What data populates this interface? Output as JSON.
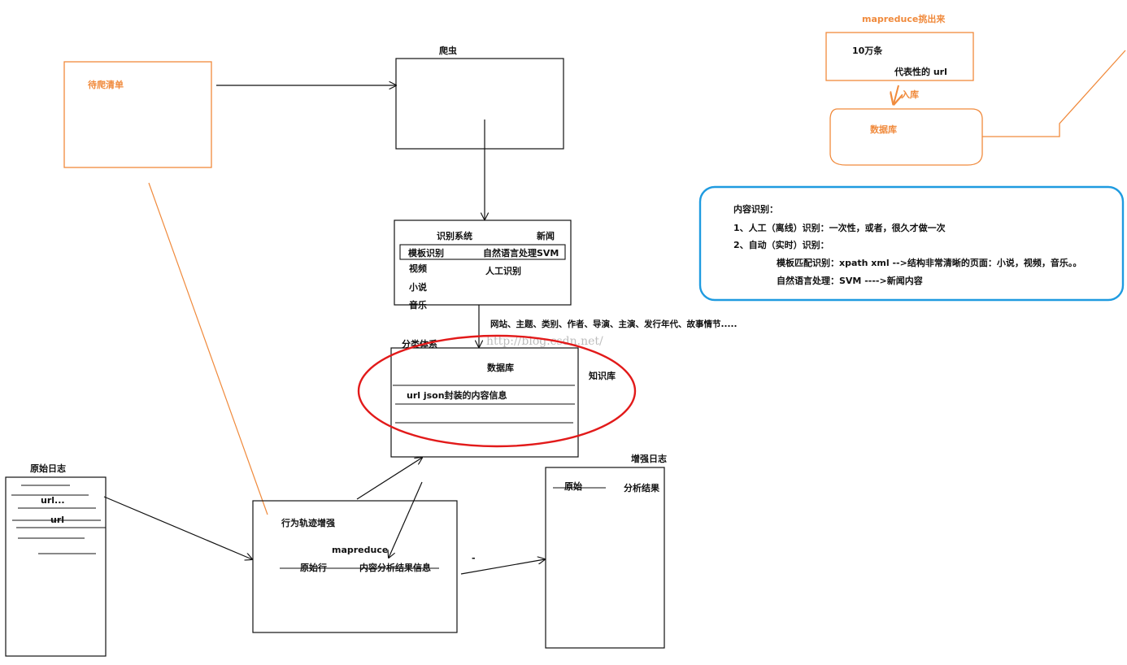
{
  "colors": {
    "ink": "#111111",
    "orange": "#f08a3c",
    "blue": "#1f9be0",
    "red": "#e21a1a",
    "watermark": "#bdbdbd"
  },
  "labels": {
    "crawl_queue": "待爬清单",
    "crawler": "爬虫",
    "mapreduce_pick": "mapreduce挑出来",
    "hundred_k": "10万条",
    "representative_url": "代表性的 url",
    "store": "入库",
    "database_top": "数据库",
    "recognition_system": "识别系统",
    "news": "新闻",
    "template_recognition": "模板识别",
    "nlp_svm": "自然语言处理SVM",
    "video": "视频",
    "manual": "人工识别",
    "novel": "小说",
    "music": "音乐",
    "attributes": "网站、主题、类别、作者、导演、主演、发行年代、故事情节.....",
    "watermark": "http://blog.csdn.net/",
    "classification": "分类体系",
    "database_mid": "数据库",
    "knowledge_base": "知识库",
    "url_json": "url   json封装的内容信息",
    "raw_log": "原始日志",
    "url_a": "url...",
    "url_b": "url",
    "behavior": "行为轨迹增强",
    "mapreduce": "mapreduce",
    "raw_row": "原始行",
    "content_result": "内容分析结果信息",
    "dash": "-",
    "enhanced_log": "增强日志",
    "raw": "原始",
    "analysis_result": "分析结果"
  },
  "info_box": {
    "title": "内容识别：",
    "line1": "1、人工（离线）识别：一次性，或者，很久才做一次",
    "line2": "2、自动（实时）识别：",
    "line3": "模板匹配识别：xpath xml   -->结构非常清晰的页面：小说，视频，音乐。。",
    "line4": "自然语言处理：SVM  ---->新闻内容"
  }
}
